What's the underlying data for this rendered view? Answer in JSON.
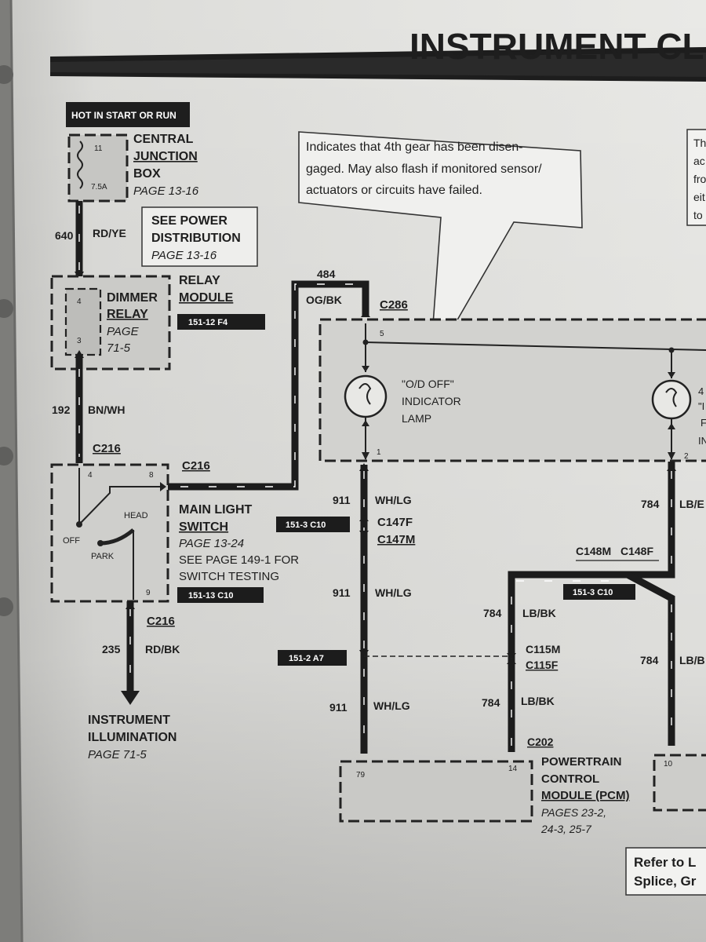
{
  "title": "INSTRUMENT CL",
  "banner": "HOT IN START OR RUN",
  "note_box": [
    "Indicates that 4th gear has been disen-",
    "gaged. May also flash if monitored sensor/",
    "actuators or circuits have failed."
  ],
  "right_box": [
    "Th",
    "ac",
    "fro",
    "eit",
    "to"
  ],
  "cjb": {
    "pin_top": "11",
    "fuse": "7.5A",
    "line1": "CENTRAL",
    "line2": "JUNCTION",
    "line3": "BOX",
    "page": "PAGE 13-16"
  },
  "power_dist": {
    "line1": "SEE POWER",
    "line2": "DISTRIBUTION",
    "page": "PAGE 13-16"
  },
  "wires": {
    "w640": {
      "num": "640",
      "color": "RD/YE"
    },
    "w192": {
      "num": "192",
      "color": "BN/WH"
    },
    "w484": {
      "num": "484",
      "color": "OG/BK"
    },
    "w911a": {
      "num": "911",
      "color": "WH/LG"
    },
    "w911b": {
      "num": "911",
      "color": "WH/LG"
    },
    "w911c": {
      "num": "911",
      "color": "WH/LG"
    },
    "w235": {
      "num": "235",
      "color": "RD/BK"
    },
    "w784a": {
      "num": "784",
      "color": "LB/BK"
    },
    "w784b": {
      "num": "784",
      "color": "LB/BK"
    },
    "w784c": {
      "num": "784",
      "color": "LB/E"
    },
    "w784d": {
      "num": "784",
      "color": "LB/B"
    }
  },
  "relay": {
    "line1": "RELAY",
    "line2": "MODULE",
    "dimmer1": "DIMMER",
    "dimmer2": "RELAY",
    "page1": "PAGE",
    "page2": "71-5",
    "pin4": "4",
    "pin3": "3",
    "ref": "151-12 F4"
  },
  "connectors": {
    "c216a": "C216",
    "c216b": "C216",
    "c216c": "C216",
    "c286": "C286",
    "c147f": "C147F",
    "c147m": "C147M",
    "c148m": "C148M",
    "c148f": "C148F",
    "c115m": "C115M",
    "c115f": "C115F",
    "c202": "C202"
  },
  "lamp": {
    "line1": "\"O/D OFF\"",
    "line2": "INDICATOR",
    "line3": "LAMP",
    "pin5": "5",
    "pin1": "1",
    "pin2": "2",
    "right1": "4",
    "right2": "\"I",
    "right3": "F",
    "right4": "IN"
  },
  "switch": {
    "head": "HEAD",
    "off": "OFF",
    "park": "PARK",
    "pin4": "4",
    "pin8": "8",
    "pin9": "9",
    "line1": "MAIN LIGHT",
    "line2": "SWITCH",
    "page": "PAGE 13-24",
    "see1": "SEE PAGE 149-1 FOR",
    "see2": "SWITCH TESTING",
    "ref": "151-13 C10"
  },
  "refs": {
    "r1": "151-3 C10",
    "r2": "151-3 C10",
    "r3": "151-2 A7"
  },
  "illum": {
    "line1": "INSTRUMENT",
    "line2": "ILLUMINATION",
    "page": "PAGE 71-5"
  },
  "pcm": {
    "line1": "POWERTRAIN",
    "line2": "CONTROL",
    "line3": "MODULE (PCM)",
    "pages1": "PAGES 23-2,",
    "pages2": "24-3, 25-7",
    "pin79": "79",
    "pin14": "14",
    "pin10": "10"
  },
  "refer": {
    "line1": "Refer to L",
    "line2": "Splice, Gr"
  }
}
